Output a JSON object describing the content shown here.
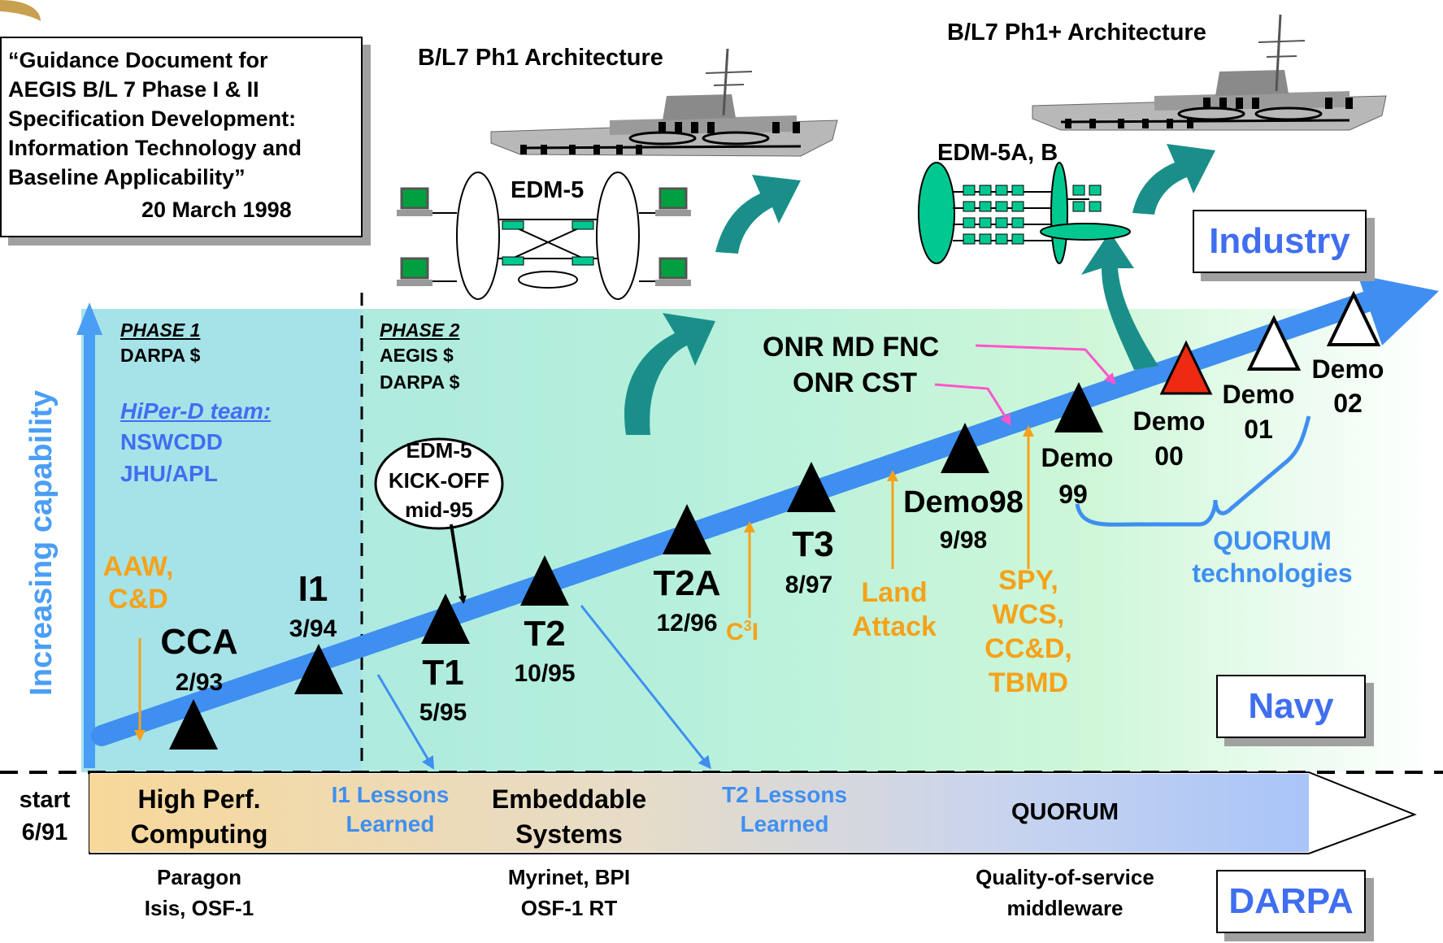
{
  "guidance": {
    "title_lines": [
      "“Guidance Document for",
      "AEGIS B/L 7 Phase I & II",
      "Specification Development:",
      "Information Technology and",
      "Baseline Applicability”"
    ],
    "date": "20 March 1998"
  },
  "architectures": {
    "ph1": "B/L7 Ph1 Architecture",
    "ph1plus": "B/L7 Ph1+ Architecture",
    "edm5": "EDM-5",
    "edm5ab": "EDM-5A, B"
  },
  "sectors": {
    "industry": "Industry",
    "navy": "Navy",
    "darpa": "DARPA"
  },
  "axis_label": "Increasing capability",
  "phase1": {
    "title": "PHASE 1",
    "funding": "DARPA $",
    "team_title": "HiPer-D team:",
    "team": [
      "NSWCDD",
      "JHU/APL"
    ]
  },
  "phase2": {
    "title": "PHASE 2",
    "funding": [
      "AEGIS $",
      "DARPA $"
    ]
  },
  "kickoff": [
    "EDM-5",
    "KICK-OFF",
    "mid-95"
  ],
  "milestones": [
    {
      "name": "CCA",
      "date": "2/93"
    },
    {
      "name": "I1",
      "date": "3/94"
    },
    {
      "name": "T1",
      "date": "5/95"
    },
    {
      "name": "T2",
      "date": "10/95"
    },
    {
      "name": "T2A",
      "date": "12/96"
    },
    {
      "name": "T3",
      "date": "8/97"
    },
    {
      "name": "Demo98",
      "date": "9/98"
    },
    {
      "name": "Demo",
      "date": "99"
    },
    {
      "name": "Demo",
      "date": "00"
    },
    {
      "name": "Demo",
      "date": "01"
    },
    {
      "name": "Demo",
      "date": "02"
    }
  ],
  "capabilities": {
    "aaw": [
      "AAW,",
      "C&D"
    ],
    "c3i": {
      "main": "C",
      "sup": "3",
      "end": "I"
    },
    "land_attack": [
      "Land",
      "Attack"
    ],
    "spy": [
      "SPY,",
      "WCS,",
      "CC&D,",
      "TBMD"
    ]
  },
  "onr": [
    "ONR MD FNC",
    "ONR CST"
  ],
  "quorum_tech": [
    "QUORUM",
    "technologies"
  ],
  "bottom_bar": {
    "start": [
      "start",
      "6/91"
    ],
    "segments": [
      {
        "label": [
          "High Perf.",
          "Computing"
        ]
      },
      {
        "label": [
          "I1 Lessons",
          "Learned"
        ]
      },
      {
        "label": [
          "Embeddable",
          "Systems"
        ]
      },
      {
        "label": [
          "T2 Lessons",
          "Learned"
        ]
      },
      {
        "label": [
          "QUORUM"
        ]
      }
    ]
  },
  "bottom_tech": {
    "paragon": [
      "Paragon",
      "Isis, OSF-1"
    ],
    "myrinet": [
      "Myrinet, BPI",
      "OSF-1 RT"
    ],
    "qos": [
      "Quality-of-service",
      "middleware"
    ]
  },
  "colors": {
    "trend_arrow": "#3f8ff0",
    "phase1_fill": "#a6e3e8",
    "teal_arrow": "#1a8f8a",
    "current_demo": "#ee2a12",
    "capability_arrows": "#f5a21a",
    "onr_arrows": "#ff55cc",
    "network_nodes": "#00c890"
  }
}
